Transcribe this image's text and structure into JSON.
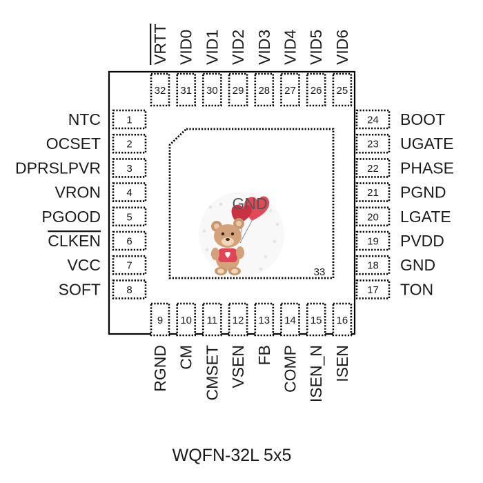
{
  "package": {
    "name": "WQFN-32L 5x5",
    "thermal_pad_label": "GND",
    "thermal_pad_number": "33"
  },
  "pins": {
    "left": [
      {
        "num": "1",
        "name": "NTC"
      },
      {
        "num": "2",
        "name": "OCSET"
      },
      {
        "num": "3",
        "name": "DPRSLPVR"
      },
      {
        "num": "4",
        "name": "VRON"
      },
      {
        "num": "5",
        "name": "PGOOD"
      },
      {
        "num": "6",
        "name": "CLKEN",
        "overline": true
      },
      {
        "num": "7",
        "name": "VCC"
      },
      {
        "num": "8",
        "name": "SOFT"
      }
    ],
    "bottom": [
      {
        "num": "9",
        "name": "RGND"
      },
      {
        "num": "10",
        "name": "CM"
      },
      {
        "num": "11",
        "name": "CMSET"
      },
      {
        "num": "12",
        "name": "VSEN"
      },
      {
        "num": "13",
        "name": "FB"
      },
      {
        "num": "14",
        "name": "COMP"
      },
      {
        "num": "15",
        "name": "ISEN_N"
      },
      {
        "num": "16",
        "name": "ISEN"
      }
    ],
    "right": [
      {
        "num": "24",
        "name": "BOOT"
      },
      {
        "num": "23",
        "name": "UGATE"
      },
      {
        "num": "22",
        "name": "PHASE"
      },
      {
        "num": "21",
        "name": "PGND"
      },
      {
        "num": "20",
        "name": "LGATE"
      },
      {
        "num": "19",
        "name": "PVDD"
      },
      {
        "num": "18",
        "name": "GND"
      },
      {
        "num": "17",
        "name": "TON"
      }
    ],
    "top": [
      {
        "num": "32",
        "name": "VRTT",
        "overline": true
      },
      {
        "num": "31",
        "name": "VID0"
      },
      {
        "num": "30",
        "name": "VID1"
      },
      {
        "num": "29",
        "name": "VID2"
      },
      {
        "num": "28",
        "name": "VID3"
      },
      {
        "num": "27",
        "name": "VID4"
      },
      {
        "num": "26",
        "name": "VID5"
      },
      {
        "num": "25",
        "name": "VID6"
      }
    ]
  },
  "watermark": {
    "description": "teddy-bear-with-heart-balloons",
    "colors": [
      "#e4394c",
      "#c8966b",
      "#f0f0f0"
    ]
  }
}
